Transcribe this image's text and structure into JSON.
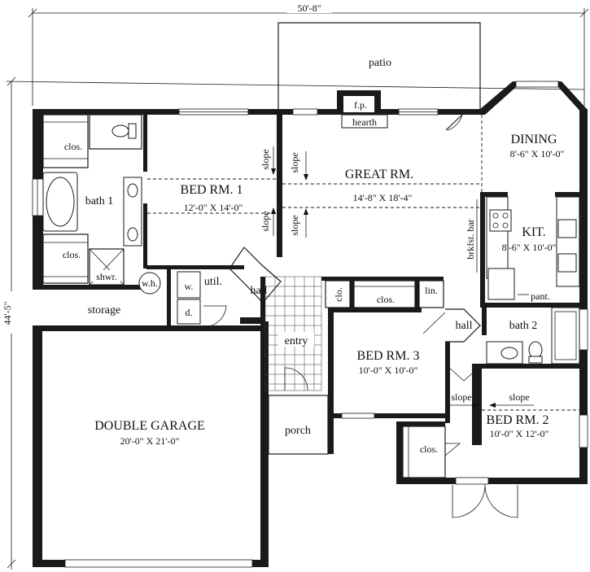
{
  "dimensions": {
    "width": "50'-8\"",
    "depth": "44'-5\""
  },
  "rooms": {
    "patio": "patio",
    "fireplace": "f.p.",
    "hearth": "hearth",
    "dining": {
      "name": "DINING",
      "size": "8'-6\" X 10'-0\""
    },
    "great_room": {
      "name": "GREAT RM.",
      "size": "14'-8\" X 18'-4\""
    },
    "bed1": {
      "name": "BED RM. 1",
      "size": "12'-0\" X 14'-0\""
    },
    "kitchen": {
      "name": "KIT.",
      "size": "8'-6\" X 10'-0\""
    },
    "bed3": {
      "name": "BED RM. 3",
      "size": "10'-0\" X 10'-0\""
    },
    "bed2": {
      "name": "BED RM. 2",
      "size": "10'-0\" X 12'-0\""
    },
    "garage": {
      "name": "DOUBLE GARAGE",
      "size": "20'-0\" X 21'-0\""
    },
    "bath1": "bath 1",
    "bath2": "bath 2",
    "closet_short": "clos.",
    "closet_tiny": "clo.",
    "shower": "shwr.",
    "water_heater": "w.h.",
    "washer": "w.",
    "dryer": "d.",
    "utility": "util.",
    "hall": "hall",
    "storage": "storage",
    "entry": "entry",
    "porch": "porch",
    "linen": "lin.",
    "breakfast_bar": "brkfst. bar",
    "pantry": "pant.",
    "slope": "slope"
  }
}
